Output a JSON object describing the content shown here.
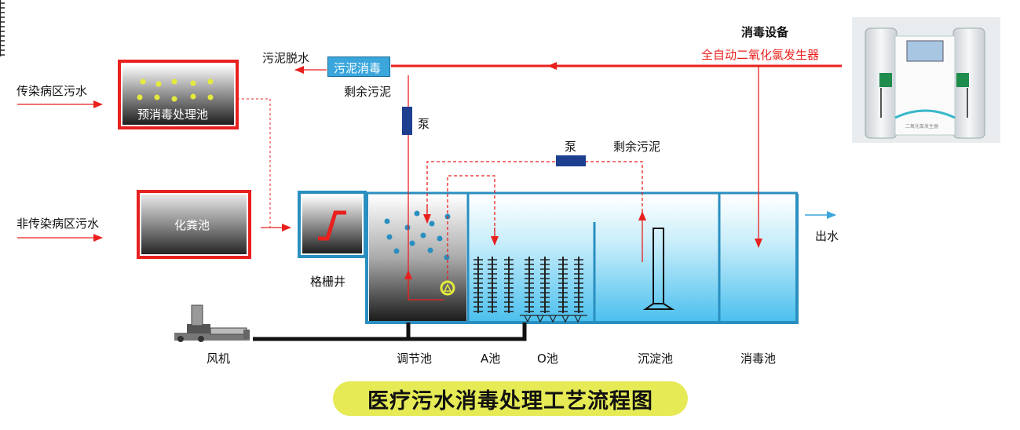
{
  "title": "医疗污水消毒处理工艺流程图",
  "equipment": {
    "header": "消毒设备",
    "name": "全自动二氧化氯发生器",
    "panel_label": "二氧化氯发生器"
  },
  "inputs": {
    "infectious": "传染病区污水",
    "non_infectious": "非传染病区污水"
  },
  "units": {
    "pre_disinfection": "预消毒处理池",
    "septic_tank": "化粪池",
    "screen_well": "格栅井",
    "regulating_tank": "调节池",
    "a_tank": "A池",
    "o_tank": "O池",
    "settling_tank": "沉淀池",
    "disinfection_tank": "消毒池",
    "sludge_disinfection": "污泥消毒",
    "blower": "风机"
  },
  "labels": {
    "sludge_dewatering": "污泥脱水",
    "residual_sludge_left": "剩余污泥",
    "residual_sludge_right": "剩余污泥",
    "pump_left": "泵",
    "pump_right": "泵",
    "outlet": "出水"
  },
  "colors": {
    "flow_red": "#e8201e",
    "tank_border": "#2a8fc0",
    "water_blue": "#7fd0f3",
    "title_bg": "#e5ea55",
    "pump_blue": "#1d3f8f"
  }
}
